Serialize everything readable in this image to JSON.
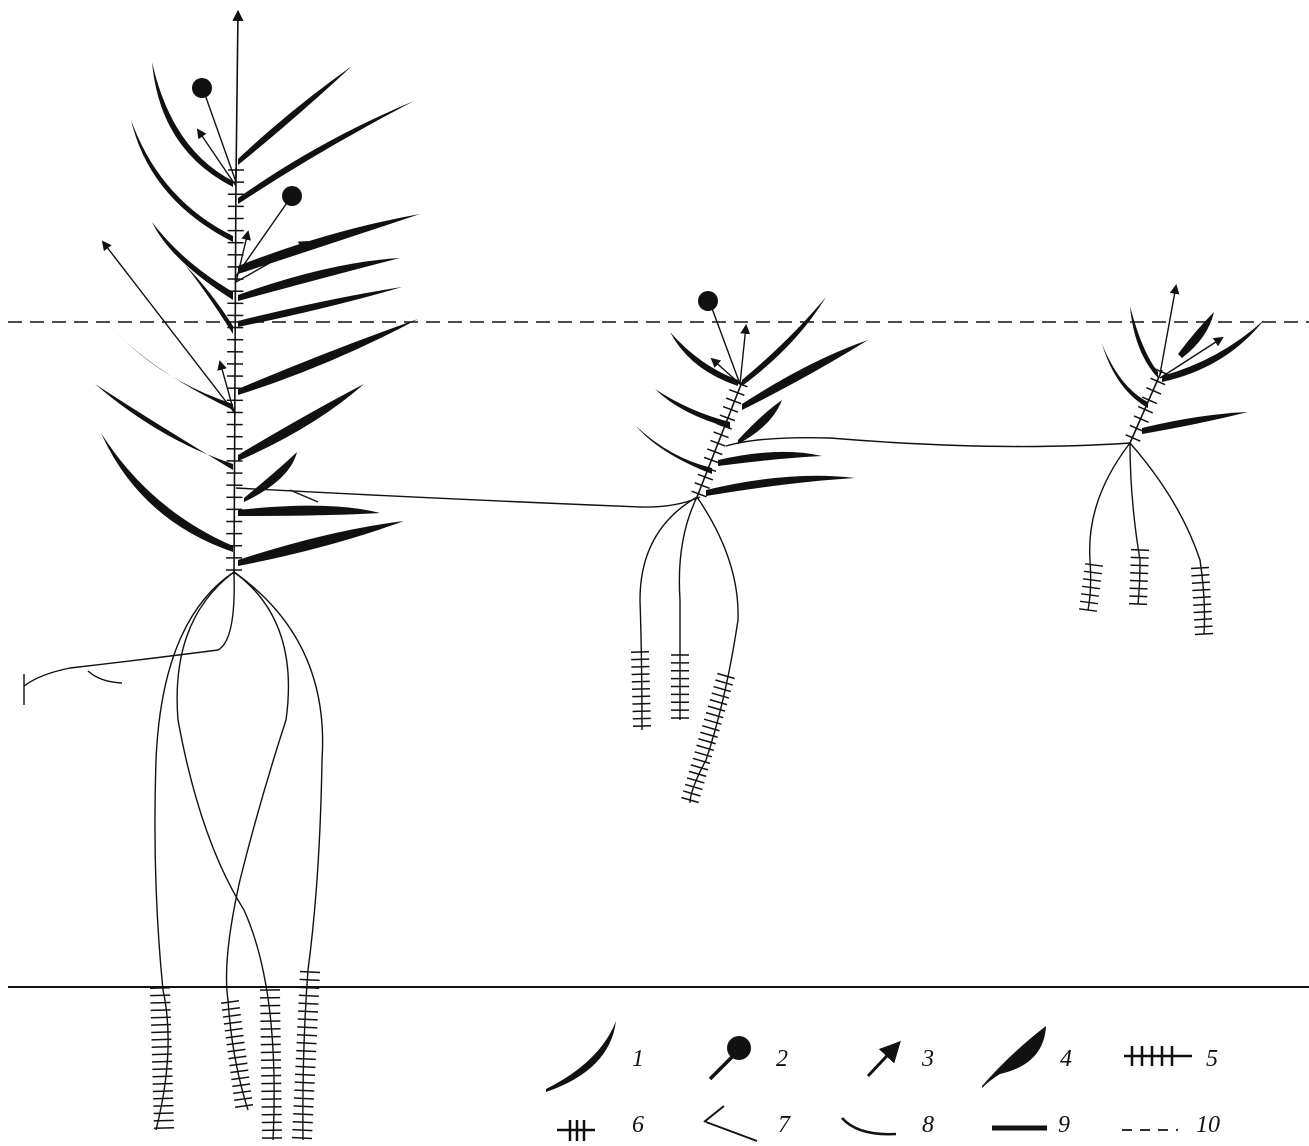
{
  "legend": {
    "items": [
      {
        "key": "1",
        "symbol": "leaf-curved"
      },
      {
        "key": "2",
        "symbol": "bud-ball"
      },
      {
        "key": "3",
        "symbol": "shoot-arrow"
      },
      {
        "key": "4",
        "symbol": "leaf-broad"
      },
      {
        "key": "5",
        "symbol": "root-hatched"
      },
      {
        "key": "6",
        "symbol": "node-ticks"
      },
      {
        "key": "7",
        "symbol": "branch-stub"
      },
      {
        "key": "8",
        "symbol": "rhizome-curve"
      },
      {
        "key": "9",
        "symbol": "thick-line"
      },
      {
        "key": "10",
        "symbol": "dashed-line"
      }
    ]
  },
  "colors": {
    "ink": "#111111",
    "background": "#ffffff"
  }
}
